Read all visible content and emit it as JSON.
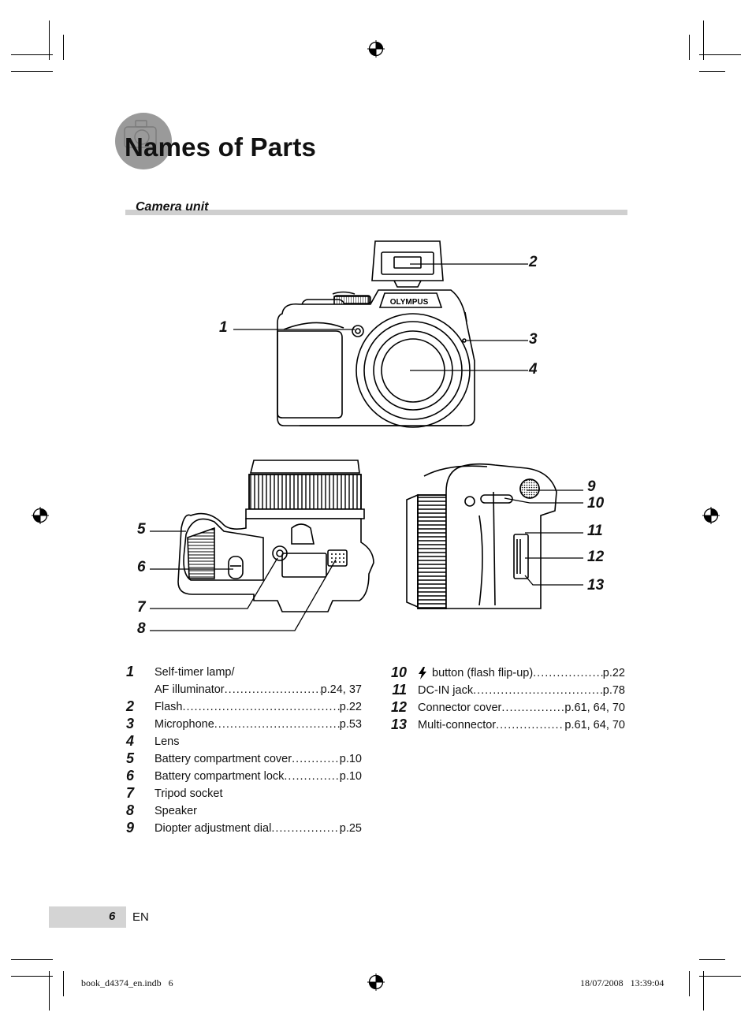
{
  "header": {
    "title": "Names of Parts",
    "section": "Camera unit"
  },
  "callouts": [
    "1",
    "2",
    "3",
    "4",
    "5",
    "6",
    "7",
    "8",
    "9",
    "10",
    "11",
    "12",
    "13"
  ],
  "camera_brand": "OLYMPUS",
  "parts_left": [
    {
      "num": "1",
      "lines": [
        {
          "label": "Self-timer lamp/",
          "ref": ""
        },
        {
          "label": "AF illuminator",
          "ref": "p.24, 37"
        }
      ]
    },
    {
      "num": "2",
      "lines": [
        {
          "label": "Flash",
          "ref": "p.22"
        }
      ]
    },
    {
      "num": "3",
      "lines": [
        {
          "label": "Microphone",
          "ref": "p.53"
        }
      ]
    },
    {
      "num": "4",
      "lines": [
        {
          "label": "Lens",
          "ref": ""
        }
      ]
    },
    {
      "num": "5",
      "lines": [
        {
          "label": "Battery compartment cover",
          "ref": "p.10"
        }
      ]
    },
    {
      "num": "6",
      "lines": [
        {
          "label": "Battery compartment lock",
          "ref": "p.10"
        }
      ]
    },
    {
      "num": "7",
      "lines": [
        {
          "label": "Tripod socket",
          "ref": ""
        }
      ]
    },
    {
      "num": "8",
      "lines": [
        {
          "label": "Speaker",
          "ref": ""
        }
      ]
    },
    {
      "num": "9",
      "lines": [
        {
          "label": "Diopter adjustment dial",
          "ref": "p.25"
        }
      ]
    }
  ],
  "parts_right": [
    {
      "num": "10",
      "icon": "flash-icon",
      "label": "button (flash flip-up)",
      "ref": "p.22"
    },
    {
      "num": "11",
      "label": "DC-IN jack",
      "ref": "p.78"
    },
    {
      "num": "12",
      "label": "Connector cover",
      "ref": "p.61, 64, 70"
    },
    {
      "num": "13",
      "label": "Multi-connector",
      "ref": "p.61, 64, 70"
    }
  ],
  "footer": {
    "page_number": "6",
    "language": "EN",
    "file": "book_d4374_en.indb   6",
    "timestamp": "18/07/2008   13:39:04"
  }
}
